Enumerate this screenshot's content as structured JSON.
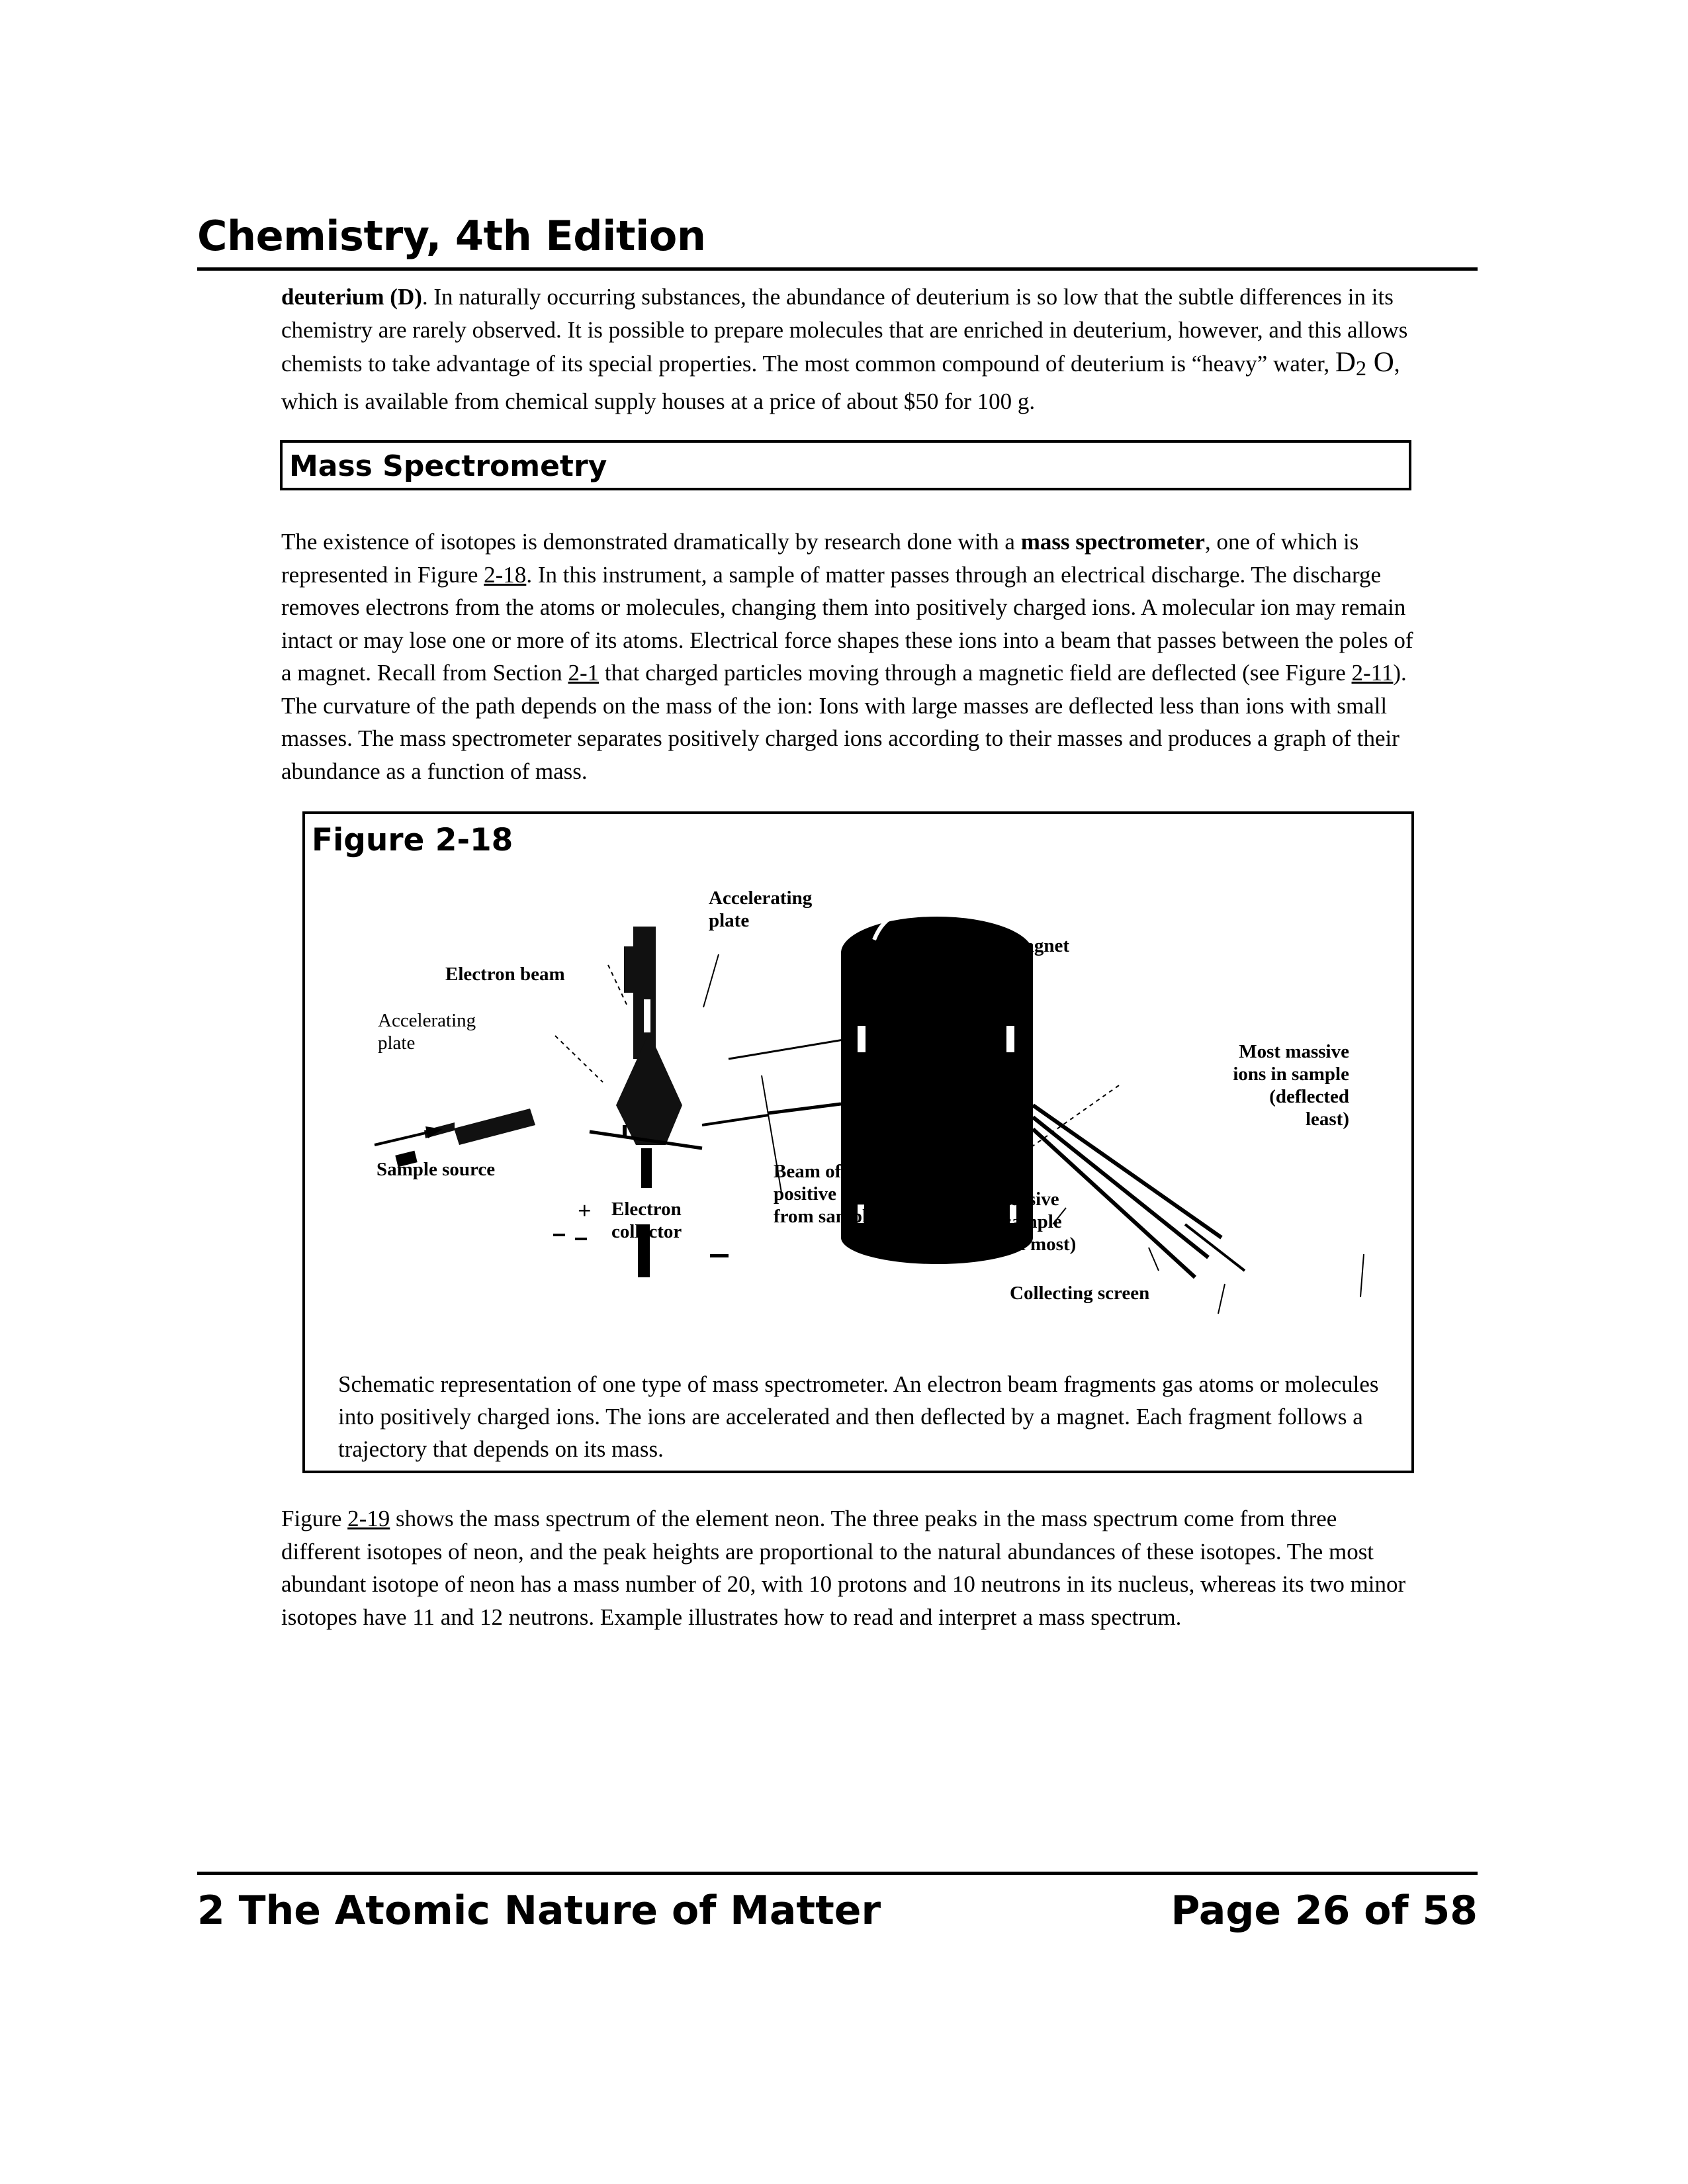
{
  "header": {
    "title": "Chemistry, 4th Edition"
  },
  "intro": {
    "term": "deuterium (D)",
    "text": ". In naturally occurring substances, the abundance of deuterium is so low that the subtle differences in its chemistry are rarely observed. It is possible to prepare molecules that are enriched in deuterium, however, and this allows chemists to take advantage of its special properties. The most common compound of deuterium is “heavy” water, ",
    "formula_d": "D",
    "formula_sub": "2",
    "formula_o": " O",
    "text_end": ", which is available from chemical supply houses at a price of about $50 for 100 g."
  },
  "section": {
    "title": "Mass Spectrometry"
  },
  "mass_spec": {
    "t1": "The existence of isotopes is demonstrated dramatically by research done with a ",
    "term": "mass spectrometer",
    "t2": ", one of which is represented in Figure ",
    "link1": "2-18",
    "t3": ". In this instrument, a sample of matter passes through an electrical discharge. The discharge removes electrons from the atoms or molecules, changing them into positively charged ions. A molecular ion may remain intact or may lose one or more of its atoms. Electrical force shapes these ions into a beam that passes between the poles of a magnet. Recall from Section ",
    "link2": "2-1",
    "t4": " that charged particles moving through a magnetic field are deflected (see Figure ",
    "link3": "2-11",
    "t5": "). The curvature of the path depends on the mass of the ion: Ions with large masses are deflected less than ions with small masses. The mass spectrometer separates positively charged ions according to their masses and produces a graph of their abundance as a function of mass."
  },
  "figure": {
    "title": "Figure 2-18",
    "labels": {
      "accel_plate_top_1": "Accelerating",
      "accel_plate_top_2": "plate",
      "magnet": "Magnet",
      "electron_beam": "Electron beam",
      "accel_plate_left_1": "Accelerating",
      "accel_plate_left_2": "plate",
      "sample_source": "Sample source",
      "plus": "+",
      "minus": "–",
      "electron_collector_1": "Electron",
      "electron_collector_2": "collector",
      "beam_1": "Beam of",
      "beam_2": "positive ions",
      "beam_3": "from sample",
      "least_1": "Least massive",
      "least_2": "ions in sample",
      "least_3": "(deflected most)",
      "most_1": "Most massive",
      "most_2": "ions in sample",
      "most_3": "(deflected",
      "most_4": "least)",
      "screen": "Collecting screen"
    },
    "caption": "Schematic representation of one type of mass spectrometer. An electron beam fragments gas atoms or molecules into positively charged ions. The ions are accelerated and then deflected by a magnet. Each fragment follows a trajectory that depends on its mass."
  },
  "neon": {
    "t1": "Figure ",
    "link": "2-19",
    "t2": " shows the mass spectrum of the element neon. The three peaks in the mass spectrum come from three different isotopes of neon, and the peak heights are proportional to the natural abundances of these isotopes. The most abundant isotope of neon has a mass number of 20, with 10 protons and 10 neutrons in its nucleus, whereas its two minor isotopes have 11 and 12 neutrons. Example  illustrates how to read and interpret a mass spectrum."
  },
  "footer": {
    "chapter": "2 The Atomic Nature of Matter",
    "page": "Page 26 of 58"
  }
}
